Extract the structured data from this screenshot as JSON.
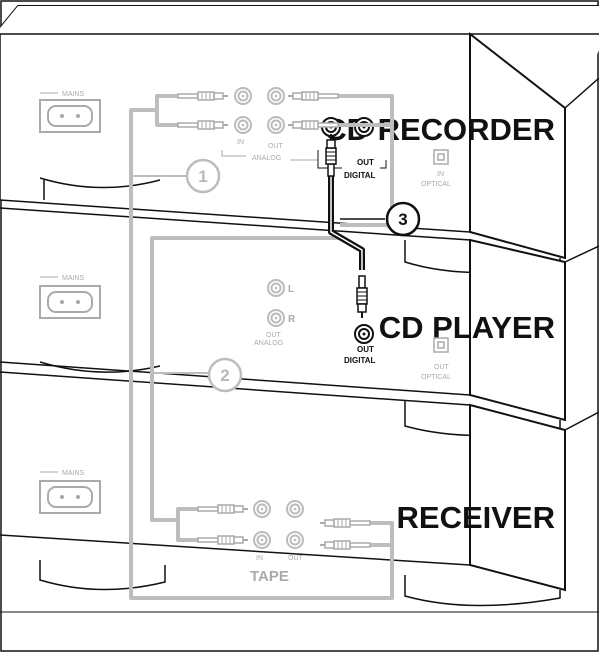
{
  "devices": {
    "recorder": {
      "title": "CD RECORDER",
      "mains": "MAINS",
      "analog_in": "IN",
      "analog_out": "OUT",
      "analog": "ANALOG",
      "digital_out": "OUT",
      "digital": "DIGITAL",
      "optical_in": "IN",
      "optical": "OPTICAL"
    },
    "player": {
      "title": "CD PLAYER",
      "mains": "MAINS",
      "left": "L",
      "right": "R",
      "analog_out": "OUT",
      "analog": "ANALOG",
      "digital_out": "OUT",
      "digital": "DIGITAL",
      "optical_out": "OUT",
      "optical": "OPTICAL"
    },
    "receiver": {
      "title": "RECEIVER",
      "mains": "MAINS",
      "tape_in": "IN",
      "tape_out": "OUT",
      "tape": "TAPE"
    }
  },
  "callouts": [
    "1",
    "2",
    "3"
  ],
  "colors": {
    "outline": "#111111",
    "gray_cable": "#bdbdbd",
    "digital_cable": "#111111",
    "panel_gray": "#aaaaaa"
  }
}
